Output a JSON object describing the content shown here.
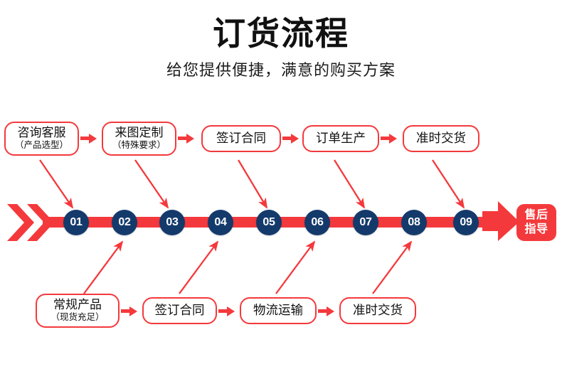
{
  "header": {
    "title": "订货流程",
    "subtitle": "给您提供便捷，满意的购买方案"
  },
  "colors": {
    "accent_red": "#f4393c",
    "node_navy": "#143a6b",
    "text_dark": "#111111",
    "background": "#ffffff"
  },
  "top_row": {
    "boxes": [
      {
        "main": "咨询客服",
        "sub": "（产品选型）"
      },
      {
        "main": "来图定制",
        "sub": "（特殊要求）"
      },
      {
        "main": "签订合同",
        "sub": ""
      },
      {
        "main": "订单生产",
        "sub": ""
      },
      {
        "main": "准时交货",
        "sub": ""
      }
    ]
  },
  "bottom_row": {
    "boxes": [
      {
        "main": "常规产品",
        "sub": "（现货充足）"
      },
      {
        "main": "签订合同",
        "sub": ""
      },
      {
        "main": "物流运输",
        "sub": ""
      },
      {
        "main": "准时交货",
        "sub": ""
      }
    ]
  },
  "timeline": {
    "nodes": [
      "01",
      "02",
      "03",
      "04",
      "05",
      "06",
      "07",
      "08",
      "09"
    ],
    "end_badge_line1": "售后",
    "end_badge_line2": "指导"
  }
}
